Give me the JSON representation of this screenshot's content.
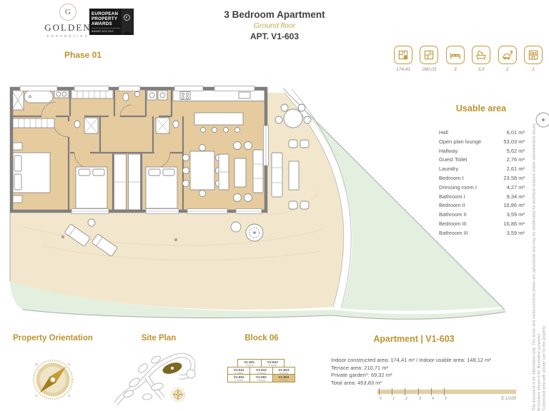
{
  "colors": {
    "gold": "#BE9530",
    "gold_light": "#C7A94E",
    "dark_text": "#414042",
    "body_text": "#58595B",
    "wall_gray": "#7F7F7F",
    "floor_tan": "#E6CB9E",
    "terrace_cream": "#F2E7CC",
    "garden_green": "#E3EFDF",
    "block_highlight": "#E2C489"
  },
  "header": {
    "brand": {
      "monogram": "G",
      "name": "GOLDEN",
      "tagline": "PROPERTIES"
    },
    "award": {
      "line1": "EUROPEAN",
      "line2": "PROPERTY",
      "line3": "AWARDS",
      "line4": "WINNER 2022-2023"
    },
    "title": "3 Bedroom Apartment",
    "subtitle": "Ground floor",
    "apartment_code": "APT. V1-603"
  },
  "phase_label": "Phase 01",
  "spec_icons": [
    {
      "name": "indoor-area-icon",
      "value": "174,41"
    },
    {
      "name": "total-area-icon",
      "value": "280,03"
    },
    {
      "name": "bedrooms-icon",
      "value": "3"
    },
    {
      "name": "bathrooms-icon",
      "value": "3,5"
    },
    {
      "name": "parking-icon",
      "value": "2"
    },
    {
      "name": "storage-icon",
      "value": "1"
    }
  ],
  "usable_area": {
    "title": "Usable area",
    "rows": [
      {
        "label": "Hall",
        "value": "6,01 m²"
      },
      {
        "label": "Open plan lounge",
        "value": "53,03 m²"
      },
      {
        "label": "Hallway",
        "value": "5,62 m²"
      },
      {
        "label": "Guest Toilet",
        "value": "2,76 m²"
      },
      {
        "label": "Laundry",
        "value": "2,61 m²"
      },
      {
        "label": "Bedroom I",
        "value": "23,58 m²"
      },
      {
        "label": "Dressing room I",
        "value": "4,27 m²"
      },
      {
        "label": "Bathroom I",
        "value": "9,34 m²"
      },
      {
        "label": "Bedroom II",
        "value": "16,86 m²"
      },
      {
        "label": "Bathroom II",
        "value": "3,59 m²"
      },
      {
        "label": "Bedroom III",
        "value": "16,86 m²"
      },
      {
        "label": "Bathroom III",
        "value": "3,59 m²"
      }
    ]
  },
  "orientation": {
    "title": "Property Orientation",
    "compass": {
      "n": "N",
      "e": "E",
      "s": "S",
      "w": "W"
    }
  },
  "site_plan": {
    "title": "Site Plan"
  },
  "block": {
    "title": "Block 06",
    "units": [
      {
        "id": "V1-621",
        "sub": "3 beds"
      },
      {
        "id": "V1-622",
        "sub": "3 beds"
      },
      {
        "id": "V1-611",
        "sub": "3 beds"
      },
      {
        "id": "V1-612",
        "sub": "2 beds"
      },
      {
        "id": "V1-613",
        "sub": "3 beds"
      },
      {
        "id": "V1-601",
        "sub": "3 beds"
      },
      {
        "id": "V1-602",
        "sub": "2 beds"
      },
      {
        "id": "V1-603",
        "sub": "3 beds"
      }
    ]
  },
  "apartment_details": {
    "title": "Apartment | V1-603",
    "lines": [
      "Indoor constructed area: 174,41  m² / Indoor usable area: 148,12 m²",
      "Terrace area: 210,71 m²",
      "Private garden*: 69,32 m²",
      "Total area: 453,83 m²"
    ],
    "scale": {
      "ticks": [
        "0",
        "1",
        "2",
        "3",
        "4",
        "5"
      ],
      "label": "E:1/100"
    }
  },
  "disclaimer": {
    "line1": "This document is for information only. The areas and measurements shown are aproximate and may be modificated for technical reasons and/or administrative issues.",
    "line2": "All furniture shown is for illustrative purposes.",
    "line3": "*Communal area with private use for the property"
  }
}
